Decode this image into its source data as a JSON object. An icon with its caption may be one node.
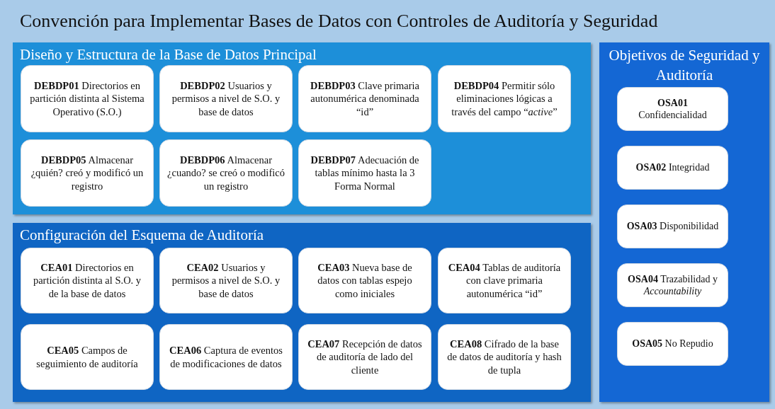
{
  "diagram": {
    "nodes": [
      {
        "text": [
          "Convención para Implementar Bases de Datos con Controles de Auditoría y Seguridad"
        ]
      },
      {
        "text": [
          "Diseño y Estructura de la Base de Datos Principal"
        ],
        "in": 0
      },
      {
        "text": [
          "**DEBDP01** Directorios en partición distinta al Sistema Operativo (S.O.)"
        ],
        "in": 1
      },
      {
        "text": [
          "**DEBDP02** Usuarios y permisos a nivel de S.O. y base de datos"
        ],
        "in": 1
      },
      {
        "text": [
          "**DEBDP03** Clave primaria autonumérica denominada “id”"
        ],
        "in": 1
      },
      {
        "text": [
          "**DEBDP04** Permitir sólo eliminaciones lógicas a través del campo “*active*”"
        ],
        "in": 1
      },
      {
        "text": [
          "**DEBDP05** Almacenar ¿quién? creó y modificó un registro"
        ],
        "in": 1
      },
      {
        "text": [
          "**DEBDP06** Almacenar ¿cuando? se creó o modificó un registro"
        ],
        "in": 1
      },
      {
        "text": [
          "**DEBDP07** Adecuación de tablas mínimo hasta la 3 Forma Normal"
        ],
        "in": 1
      },
      {
        "text": [
          "Configuración del Esquema de Auditoría"
        ],
        "in": 0
      },
      {
        "text": [
          "**CEA01** Directorios en partición distinta al S.O. y de la base de datos"
        ],
        "in": 9
      },
      {
        "text": [
          "**CEA02** Usuarios y permisos a nivel de S.O. y base de datos"
        ],
        "in": 9
      },
      {
        "text": [
          "**CEA03** Nueva base de datos con tablas espejo como iniciales"
        ],
        "in": 9
      },
      {
        "text": [
          "**CEA04** Tablas de auditoría con clave primaria autonumérica “id”"
        ],
        "in": 9
      },
      {
        "text": [
          "**CEA05** Campos de seguimiento de auditoría"
        ],
        "in": 9
      },
      {
        "text": [
          "**CEA06** Captura de eventos de modificaciones de datos"
        ],
        "in": 9
      },
      {
        "text": [
          "**CEA07** Recepción de datos de auditoría de lado del cliente"
        ],
        "in": 9
      },
      {
        "text": [
          "**CEA08** Cifrado de la base de datos de auditoría y hash de tupla"
        ],
        "in": 9
      },
      {
        "text": [
          "Objetivos de Seguridad y Auditoría"
        ],
        "in": 0
      },
      {
        "text": [
          "**OSA01** Confidencialidad"
        ],
        "in": 18
      },
      {
        "text": [
          "**OSA02** Integridad"
        ],
        "in": 18
      },
      {
        "text": [
          "**OSA03** Disponibilidad"
        ],
        "in": 18
      },
      {
        "text": [
          "**OSA04** Trazabilidad y *Accountability*"
        ],
        "in": 18
      },
      {
        "text": [
          "**OSA05** No Repudio"
        ],
        "in": 18
      }
    ]
  }
}
